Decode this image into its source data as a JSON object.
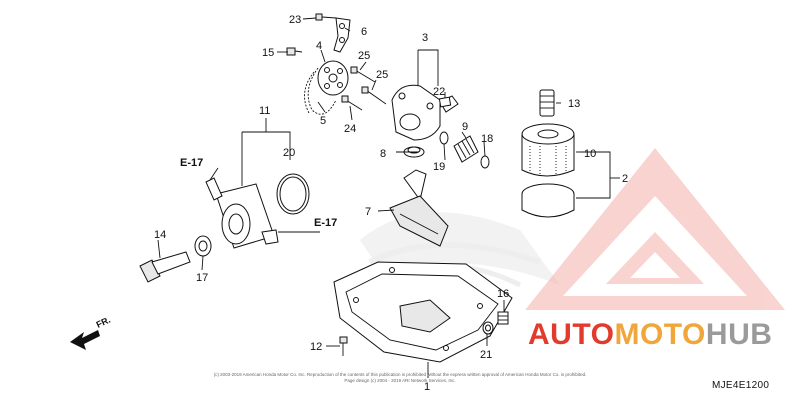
{
  "diagram": {
    "callouts": [
      "1",
      "2",
      "3",
      "4",
      "5",
      "6",
      "7",
      "8",
      "9",
      "10",
      "11",
      "12",
      "13",
      "14",
      "15",
      "16",
      "17",
      "18",
      "19",
      "20",
      "21",
      "22",
      "23",
      "24",
      "25"
    ],
    "refs": {
      "e17_left": "E-17",
      "e17_right": "E-17"
    },
    "front_marker": "FR.",
    "diagram_code": "MJE4E1200",
    "copyright": [
      "(c) 2003-2019 American Honda Motor Co. Inc. Reproduction of the contents of this publication is prohibited without the express written approval of American Honda Motor Co. is prohibited.",
      "Page design (c) 2004 - 2019 ARI Network Services, Inc."
    ]
  },
  "watermark": {
    "brand_parts": [
      "AUTO",
      "MOTO",
      "HUB"
    ],
    "colors": {
      "red": "#e23a2c",
      "orange": "#f0a63b",
      "gray": "#9a9a9a"
    }
  }
}
